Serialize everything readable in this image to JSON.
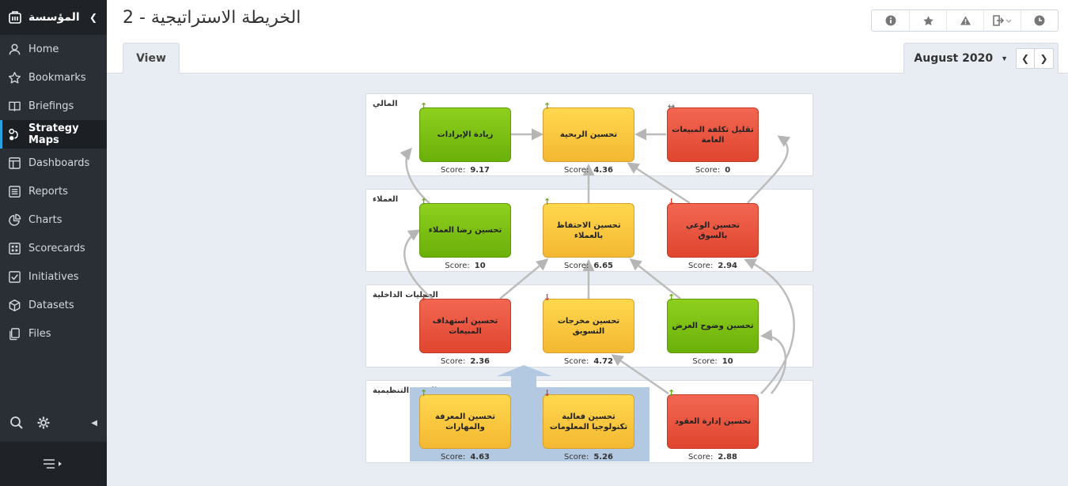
{
  "sidebar": {
    "org_name": "المؤسسة",
    "items": [
      {
        "label": "Home",
        "icon": "person-icon"
      },
      {
        "label": "Bookmarks",
        "icon": "star-icon"
      },
      {
        "label": "Briefings",
        "icon": "book-icon"
      },
      {
        "label": "Strategy Maps",
        "icon": "strategy-map-icon",
        "active": true
      },
      {
        "label": "Dashboards",
        "icon": "dashboard-icon"
      },
      {
        "label": "Reports",
        "icon": "report-icon"
      },
      {
        "label": "Charts",
        "icon": "pie-chart-icon"
      },
      {
        "label": "Scorecards",
        "icon": "scorecard-icon"
      },
      {
        "label": "Initiatives",
        "icon": "checkbox-icon"
      },
      {
        "label": "Datasets",
        "icon": "cube-icon"
      },
      {
        "label": "Files",
        "icon": "files-icon"
      }
    ]
  },
  "header": {
    "title": "الخريطة الاستراتيجية - 2",
    "tab_view": "View",
    "period": "August 2020"
  },
  "lanes": [
    {
      "label": "المالي"
    },
    {
      "label": "العملاء"
    },
    {
      "label": "العمليات الداخلية"
    },
    {
      "label": "القدرة التنظيمية"
    }
  ],
  "score_label": "Score:",
  "nodes": [
    {
      "id": "n1",
      "label": "زيادة الإيرادات",
      "score": "9.17",
      "color": "green",
      "trend": "up"
    },
    {
      "id": "n2",
      "label": "تحسين الربحية",
      "score": "4.36",
      "color": "yellow",
      "trend": "up"
    },
    {
      "id": "n3",
      "label": "تقليل تكلفة المبيعات العامة",
      "score": "0",
      "color": "red",
      "trend": "flat"
    },
    {
      "id": "n4",
      "label": "تحسين رضا العملاء",
      "score": "10",
      "color": "green",
      "trend": "up"
    },
    {
      "id": "n5",
      "label": "تحسين الاحتفاظ بالعملاء",
      "score": "6.65",
      "color": "yellow",
      "trend": "up"
    },
    {
      "id": "n6",
      "label": "تحسين الوعي بالسوق",
      "score": "2.94",
      "color": "red",
      "trend": "down"
    },
    {
      "id": "n7",
      "label": "تحسين استهداف المبيعات",
      "score": "2.36",
      "color": "red",
      "trend": "down"
    },
    {
      "id": "n8",
      "label": "تحسين مخرجات التسويق",
      "score": "4.72",
      "color": "yellow",
      "trend": "down"
    },
    {
      "id": "n9",
      "label": "تحسين وضوح العرض",
      "score": "10",
      "color": "green",
      "trend": "up"
    },
    {
      "id": "n10",
      "label": "تحسين المعرفة والمهارات",
      "score": "4.63",
      "color": "yellow",
      "trend": "up"
    },
    {
      "id": "n11",
      "label": "تحسين فعالية تكنولوجيا المعلومات",
      "score": "5.26",
      "color": "yellow",
      "trend": "down"
    },
    {
      "id": "n12",
      "label": "تحسين إدارة العقود",
      "score": "2.88",
      "color": "red",
      "trend": "up"
    }
  ],
  "colors": {
    "green": "#7cc113",
    "yellow": "#f8c73e",
    "red": "#e8523d",
    "accent": "#29a3e0",
    "overlay": "#b3c8e1"
  }
}
